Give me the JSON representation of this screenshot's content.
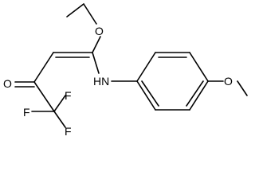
{
  "molecule": {
    "atom_labels": {
      "ether_oxygen": "O",
      "carbonyl_oxygen": "O",
      "amine": "HN",
      "fluorine_left": "F",
      "fluorine_top": "F",
      "fluorine_bottom": "F",
      "methoxy_oxygen": "O"
    },
    "colors": {
      "bond": "#000000",
      "text": "#000000",
      "background": "#ffffff"
    }
  }
}
